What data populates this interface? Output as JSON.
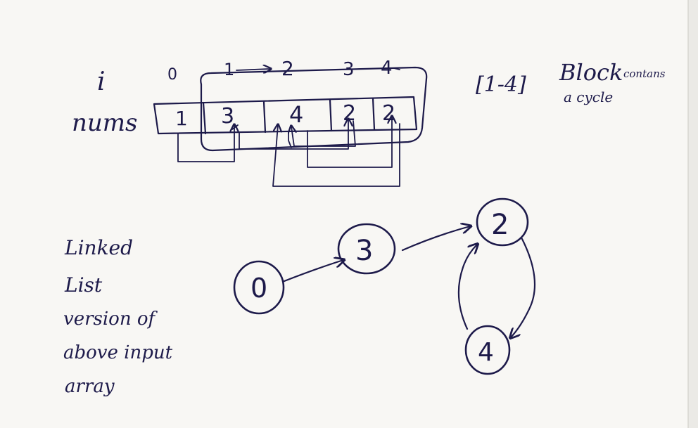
{
  "header": {
    "i_label": "i",
    "indices": [
      "0",
      "1",
      "2",
      "3",
      "4"
    ]
  },
  "array": {
    "label": "nums",
    "values": [
      "1",
      "3",
      "4",
      "2",
      "2"
    ]
  },
  "note": {
    "line1_bracket": "[1-4]",
    "line1_text": "Block",
    "line1_small": "contans",
    "line2": "a cycle"
  },
  "linked_list": {
    "caption_lines": [
      "Linked",
      "List",
      "version of",
      "above input",
      "array"
    ],
    "nodes": [
      "0",
      "3",
      "2",
      "4"
    ]
  }
}
